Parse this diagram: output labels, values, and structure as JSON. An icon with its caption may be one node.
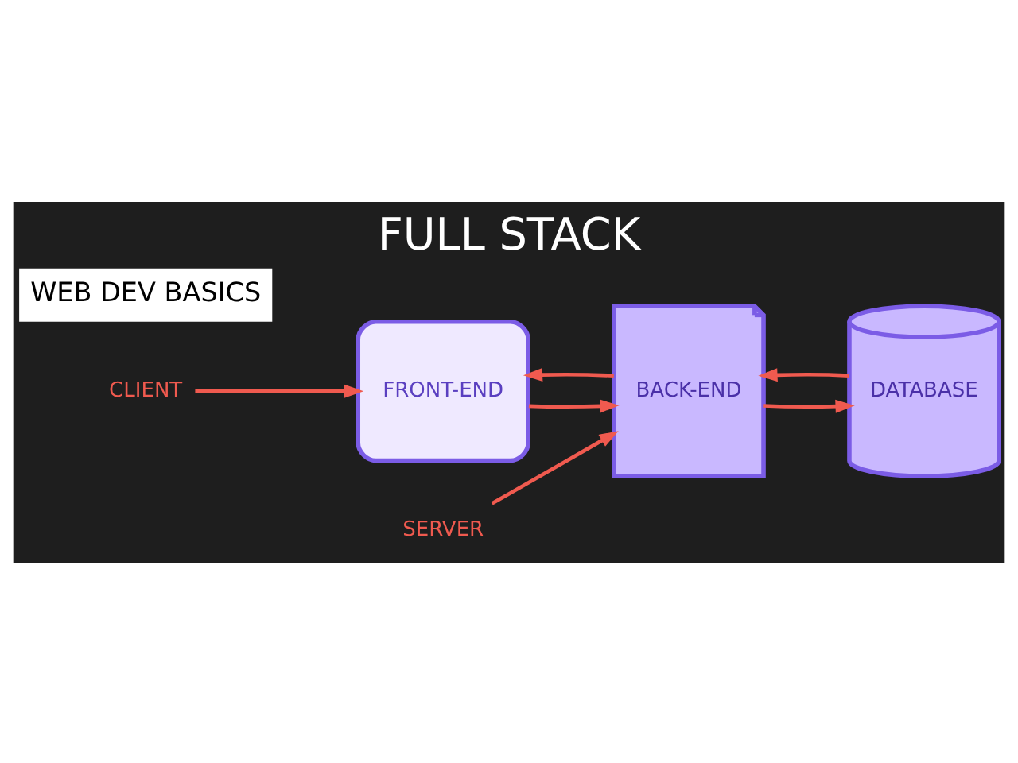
{
  "diagram": {
    "title": "FULL STACK",
    "nodes": [
      {
        "text": [
          "CLIENT"
        ]
      },
      {
        "text": [
          "FRONT-END"
        ]
      },
      {
        "text": [
          "SERVER"
        ]
      },
      {
        "text": [
          "BACK-END"
        ]
      },
      {
        "text": [
          "DATABASE"
        ]
      }
    ],
    "edges": [
      {
        "from": 0,
        "to": 1,
        "arrow": "to"
      },
      {
        "from": 2,
        "to": 3,
        "arrow": "to"
      },
      {
        "from": 1,
        "to": 3,
        "arrow": "to"
      },
      {
        "from": 3,
        "to": 1,
        "arrow": "to"
      },
      {
        "from": 3,
        "to": 4,
        "arrow": "to"
      },
      {
        "from": 4,
        "to": 3,
        "arrow": "to"
      }
    ],
    "labels": [
      "WEB DEV BASICS"
    ]
  }
}
